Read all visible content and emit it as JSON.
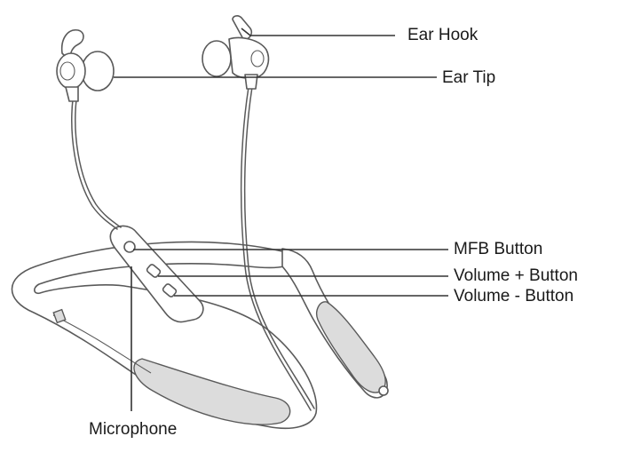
{
  "labels": {
    "ear_hook": "Ear Hook",
    "ear_tip": "Ear Tip",
    "mfb_button": "MFB Button",
    "volume_plus_button": "Volume + Button",
    "volume_minus_button": "Volume - Button",
    "microphone": "Microphone"
  },
  "colors": {
    "line": "#5a5a5a",
    "leader": "#333333",
    "shade": "#dcdcdc",
    "text": "#1a1a1a"
  }
}
